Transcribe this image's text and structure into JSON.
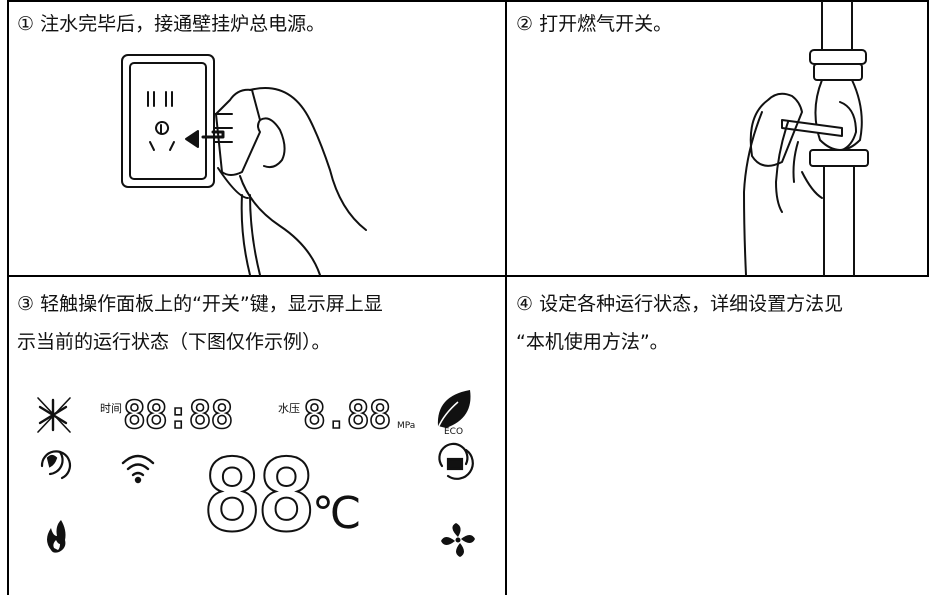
{
  "panels": {
    "step1": {
      "caption": "① 注水完毕后，接通壁挂炉总电源。"
    },
    "step2": {
      "caption": "② 打开燃气开关。"
    },
    "step3": {
      "caption_line1": "③ 轻触操作面板上的“开关”键，显示屏上显",
      "caption_line2": "示当前的运行状态（下图仅作示例）。"
    },
    "step4": {
      "caption_line1": "④ 设定各种运行状态，详细设置方法见",
      "caption_line2": "“本机使用方法”。"
    }
  },
  "display": {
    "time_label": "时间",
    "time_value": "88:88",
    "pressure_label": "水压",
    "pressure_value": "8.88",
    "pressure_unit": "MPa",
    "temperature_value": "88",
    "temperature_unit": "℃",
    "eco_label": "ECO"
  },
  "icons": {
    "antifreeze": "snowflake-crossed-icon",
    "wifi": "wifi-icon",
    "flame": "flame-icon",
    "fan": "fan-icon",
    "eco": "eco-leaf-icon",
    "heating": "radiator-icon",
    "hot_water": "hot-water-icon"
  }
}
